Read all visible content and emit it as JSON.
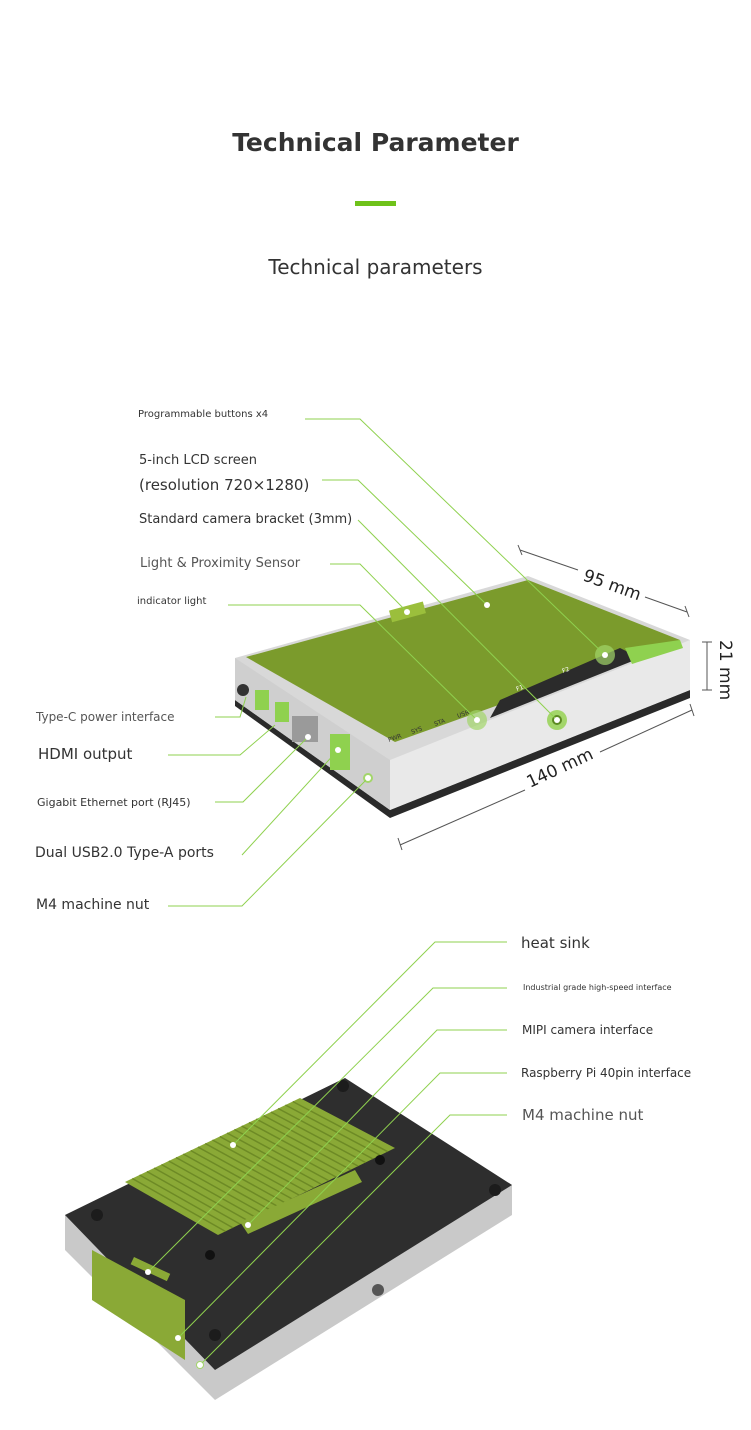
{
  "header": {
    "title": "Technical Parameter",
    "subtitle": "Technical parameters",
    "accent_color": "#6fc21a"
  },
  "top_view": {
    "labels": {
      "buttons": "Programmable buttons x4",
      "lcd_line1": "5-inch LCD screen",
      "lcd_line2": "(resolution 720×1280)",
      "camera_bracket": "Standard camera bracket (3mm)",
      "sensor": "Light & Proximity Sensor",
      "indicator": "indicator light",
      "typec": "Type-C power interface",
      "hdmi": "HDMI output",
      "ethernet": "Gigabit Ethernet port (RJ45)",
      "usb": "Dual USB2.0 Type-A ports",
      "nut": "M4 machine nut"
    },
    "dimensions": {
      "width": "95 mm",
      "height": "21 mm",
      "length": "140 mm"
    },
    "device_markings": {
      "leds": [
        "PWR",
        "SYS",
        "STA",
        "USR"
      ],
      "keys": [
        "F1",
        "F2"
      ]
    },
    "screen_color": "#7b9b2c",
    "leader_color": "#8fd14f"
  },
  "bottom_view": {
    "labels": {
      "heatsink": "heat sink",
      "industrial": "Industrial grade high-speed interface",
      "mipi": "MIPI camera interface",
      "rpi": "Raspberry Pi 40pin interface",
      "nut": "M4 machine nut"
    },
    "heatsink_color": "#8aa936"
  }
}
